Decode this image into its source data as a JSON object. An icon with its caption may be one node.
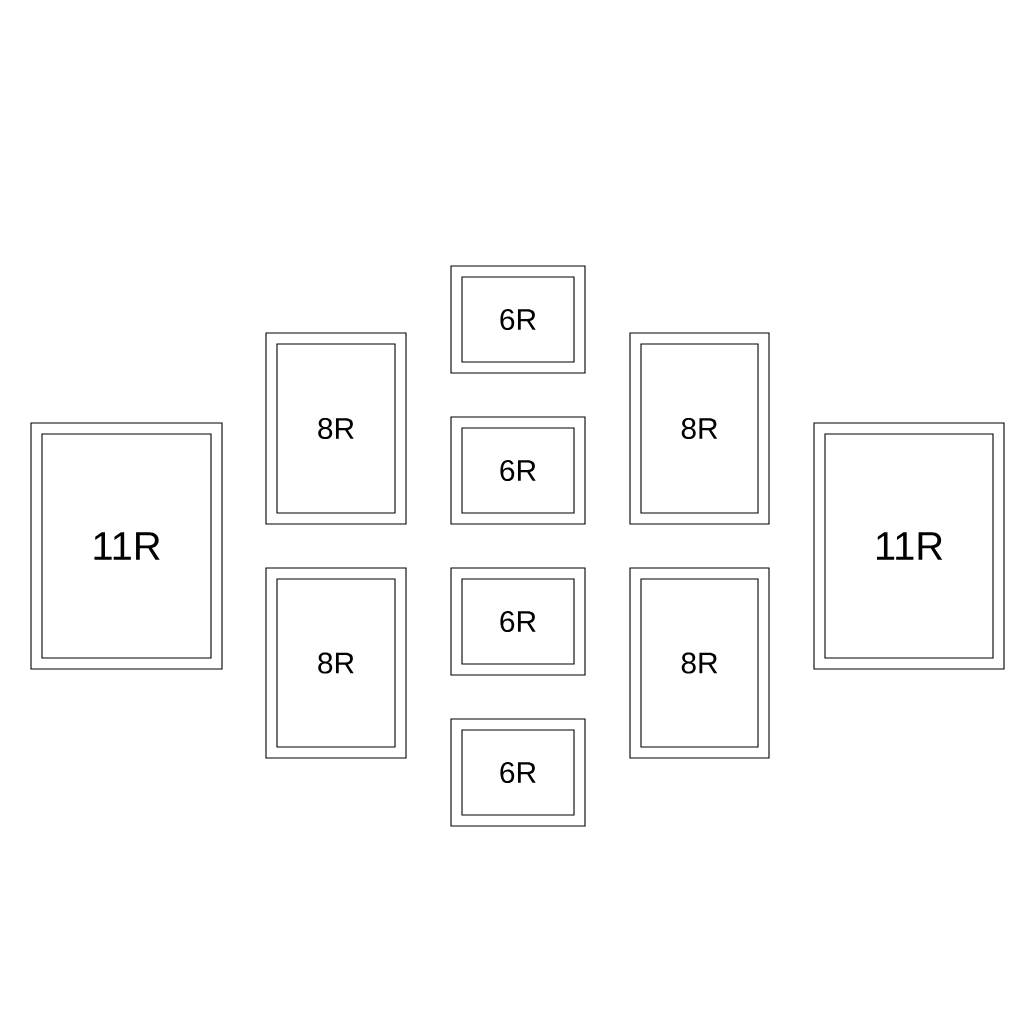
{
  "diagram": {
    "nodes": [
      {
        "text": [
          "11R"
        ]
      },
      {
        "text": [
          "8R"
        ]
      },
      {
        "text": [
          "8R"
        ]
      },
      {
        "text": [
          "6R"
        ]
      },
      {
        "text": [
          "6R"
        ]
      },
      {
        "text": [
          "6R"
        ]
      },
      {
        "text": [
          "6R"
        ]
      },
      {
        "text": [
          "8R"
        ]
      },
      {
        "text": [
          "8R"
        ]
      },
      {
        "text": [
          "11R"
        ]
      }
    ]
  }
}
